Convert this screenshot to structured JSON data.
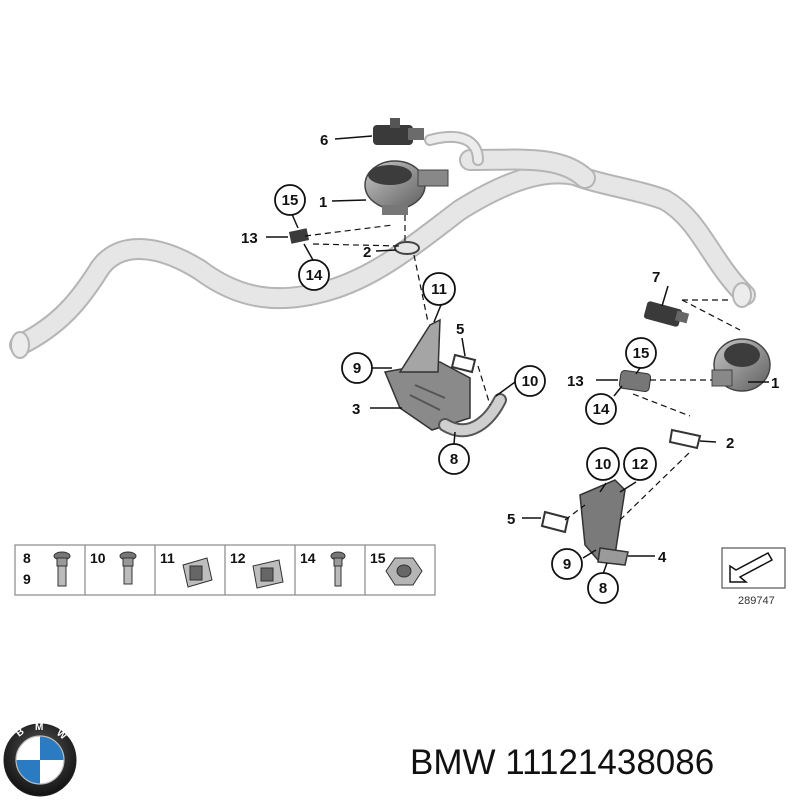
{
  "part_caption": "BMW 11121438086",
  "figure_id": "289747",
  "logo_letters": "BMW",
  "callouts": {
    "c6": "6",
    "c1a": "1",
    "c15a": "15",
    "c13a": "13",
    "c2a": "2",
    "c14a": "14",
    "c11a": "11",
    "c5a": "5",
    "c9a": "9",
    "c3": "3",
    "c10a": "10",
    "c8a": "8",
    "c7": "7",
    "c15b": "15",
    "c13b": "13",
    "c1b": "1",
    "c14b": "14",
    "c2b": "2",
    "c10b": "10",
    "c12": "12",
    "c5b": "5",
    "c9b": "9",
    "c4": "4",
    "c8b": "8"
  },
  "legend": [
    {
      "top": "8",
      "bottom": "9",
      "icon": "bolt-icon"
    },
    {
      "top": "10",
      "bottom": "",
      "icon": "bolt-icon"
    },
    {
      "top": "11",
      "bottom": "",
      "icon": "clip-nut-icon"
    },
    {
      "top": "12",
      "bottom": "",
      "icon": "clip-nut-icon"
    },
    {
      "top": "14",
      "bottom": "",
      "icon": "bolt-icon"
    },
    {
      "top": "15",
      "bottom": "",
      "icon": "hex-nut-icon"
    }
  ],
  "colors": {
    "hose": "#e6e6e6",
    "hose_outline": "#b5b5b5",
    "part_dark": "#6b6b6b",
    "part_mid": "#9a9a9a",
    "leader": "#111111",
    "logo_blue": "#2b7bc2"
  }
}
